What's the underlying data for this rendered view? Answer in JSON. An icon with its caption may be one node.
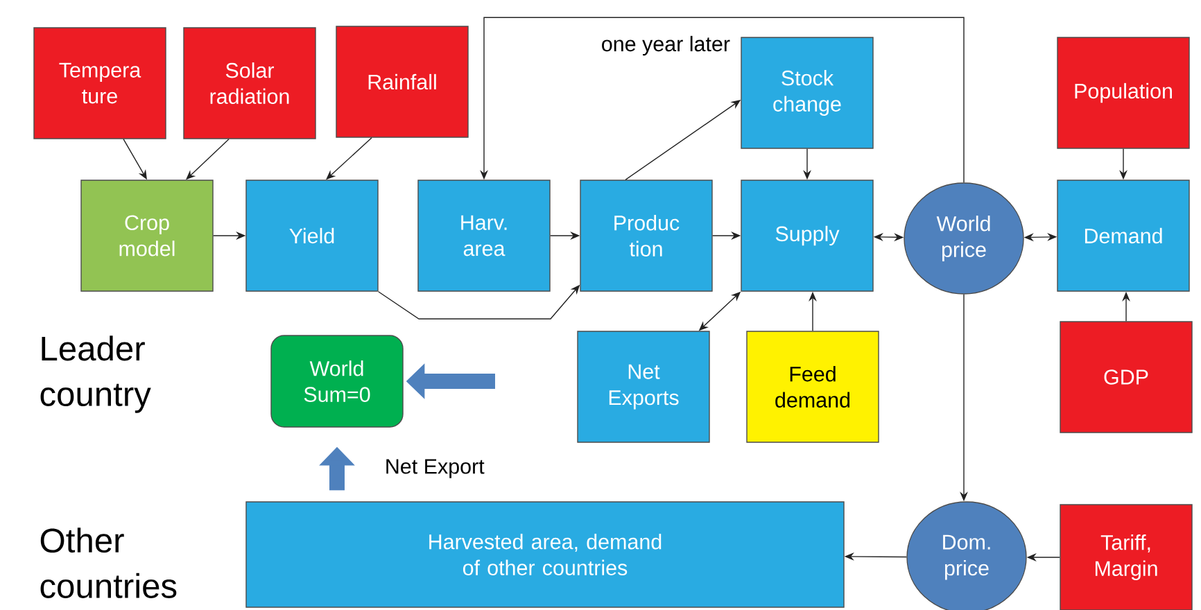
{
  "diagram": {
    "nodes": [
      {
        "text": [
          "Tempera ture"
        ]
      },
      {
        "text": [
          "Solar radiation"
        ]
      },
      {
        "text": [
          "Rainfall"
        ]
      },
      {
        "text": [
          "Population"
        ]
      },
      {
        "text": [
          "Crop model"
        ]
      },
      {
        "text": [
          "Yield"
        ]
      },
      {
        "text": [
          "Harv. area"
        ]
      },
      {
        "text": [
          "Produc tion"
        ]
      },
      {
        "text": [
          "Stock change"
        ]
      },
      {
        "text": [
          "Supply"
        ]
      },
      {
        "text": [
          "World price"
        ]
      },
      {
        "text": [
          "Demand"
        ]
      },
      {
        "text": [
          "World Sum=0"
        ]
      },
      {
        "text": [
          "Net Exports"
        ]
      },
      {
        "text": [
          "Feed demand"
        ]
      },
      {
        "text": [
          "GDP"
        ]
      },
      {
        "text": [
          "Harvested area, demand of other countries"
        ]
      },
      {
        "text": [
          "Dom. price"
        ]
      },
      {
        "text": [
          "Tariff, Margin"
        ]
      }
    ],
    "edges": [
      {
        "from": 0,
        "to": 4,
        "arrow": "to"
      },
      {
        "from": 1,
        "to": 4,
        "arrow": "to"
      },
      {
        "from": 2,
        "to": 5,
        "arrow": "to"
      },
      {
        "from": 4,
        "to": 5,
        "arrow": "to"
      },
      {
        "from": 5,
        "to": 7,
        "arrow": "to"
      },
      {
        "from": 6,
        "to": 7,
        "arrow": "to"
      },
      {
        "from": 7,
        "to": 8,
        "arrow": "to"
      },
      {
        "from": 7,
        "to": 9,
        "arrow": "to"
      },
      {
        "from": 8,
        "to": 9,
        "arrow": "to"
      },
      {
        "from": 9,
        "to": 10,
        "arrow": "both"
      },
      {
        "from": 10,
        "to": 11,
        "arrow": "both"
      },
      {
        "from": 3,
        "to": 11,
        "arrow": "to"
      },
      {
        "from": 15,
        "to": 11,
        "arrow": "to"
      },
      {
        "from": 14,
        "to": 9,
        "arrow": "to"
      },
      {
        "from": 13,
        "to": 9,
        "arrow": "both"
      },
      {
        "from": 10,
        "to": 6,
        "arrow": "to",
        "label": "one year later"
      },
      {
        "from": 10,
        "to": 17,
        "arrow": "to"
      },
      {
        "from": 18,
        "to": 17,
        "arrow": "to"
      },
      {
        "from": 17,
        "to": 16,
        "arrow": "to"
      },
      {
        "from": 16,
        "to": 12,
        "arrow": "to",
        "label": "Net Export",
        "style": "thick",
        "color": "#4f81bd"
      },
      {
        "from": null,
        "to": 12,
        "arrow": "to",
        "style": "thick",
        "color": "#4f81bd"
      }
    ],
    "labels": [
      "Leader country",
      "Other countries"
    ]
  }
}
